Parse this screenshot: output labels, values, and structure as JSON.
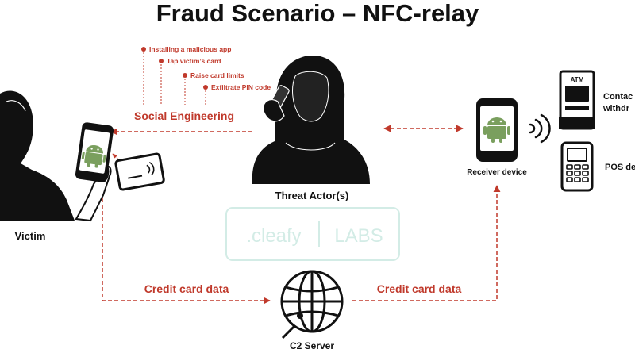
{
  "title": "Fraud Scenario – NFC-relay",
  "social_engineering": {
    "label": "Social Engineering",
    "steps": [
      "Installing a malicious app",
      "Tap victim’s card",
      "Raise card limits",
      "Exfiltrate PIN code"
    ]
  },
  "actors": {
    "victim": "Victim",
    "threat_actor": "Threat Actor(s)",
    "receiver": "Receiver device",
    "c2": "C2 Server"
  },
  "flows": {
    "left": "Credit card data",
    "right": "Credit card data"
  },
  "endpoints": {
    "atm_sign": "ATM",
    "contactless_line1": "Contac",
    "contactless_line2": "withdr",
    "pos": "POS de"
  },
  "watermark": {
    "brand": ".cleafy",
    "labs": "LABS"
  },
  "colors": {
    "accent": "#c0392b",
    "android": "#7a9f5e",
    "ink": "#111111",
    "watermark": "#d3ece6"
  }
}
